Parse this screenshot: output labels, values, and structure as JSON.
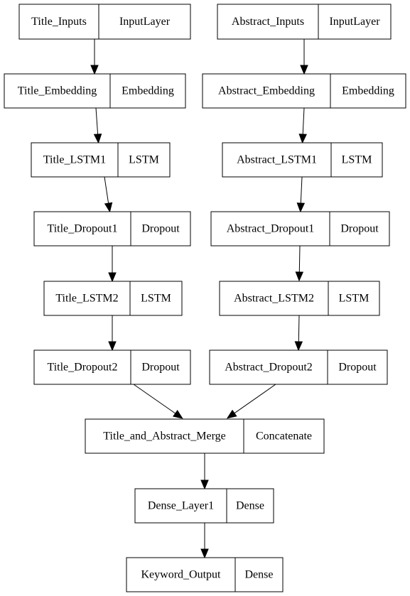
{
  "colors": {
    "background": "#ffffff",
    "stroke": "#000000",
    "text": "#000000"
  },
  "nodes": {
    "title_inputs": {
      "name": "Title_Inputs",
      "type": "InputLayer"
    },
    "abstract_inputs": {
      "name": "Abstract_Inputs",
      "type": "InputLayer"
    },
    "title_embedding": {
      "name": "Title_Embedding",
      "type": "Embedding"
    },
    "abstract_embedding": {
      "name": "Abstract_Embedding",
      "type": "Embedding"
    },
    "title_lstm1": {
      "name": "Title_LSTM1",
      "type": "LSTM"
    },
    "abstract_lstm1": {
      "name": "Abstract_LSTM1",
      "type": "LSTM"
    },
    "title_dropout1": {
      "name": "Title_Dropout1",
      "type": "Dropout"
    },
    "abstract_dropout1": {
      "name": "Abstract_Dropout1",
      "type": "Dropout"
    },
    "title_lstm2": {
      "name": "Title_LSTM2",
      "type": "LSTM"
    },
    "abstract_lstm2": {
      "name": "Abstract_LSTM2",
      "type": "LSTM"
    },
    "title_dropout2": {
      "name": "Title_Dropout2",
      "type": "Dropout"
    },
    "abstract_dropout2": {
      "name": "Abstract_Dropout2",
      "type": "Dropout"
    },
    "merge": {
      "name": "Title_and_Abstract_Merge",
      "type": "Concatenate"
    },
    "dense_layer1": {
      "name": "Dense_Layer1",
      "type": "Dense"
    },
    "keyword_output": {
      "name": "Keyword_Output",
      "type": "Dense"
    }
  },
  "edges": [
    {
      "from": "title_inputs",
      "to": "title_embedding"
    },
    {
      "from": "abstract_inputs",
      "to": "abstract_embedding"
    },
    {
      "from": "title_embedding",
      "to": "title_lstm1"
    },
    {
      "from": "abstract_embedding",
      "to": "abstract_lstm1"
    },
    {
      "from": "title_lstm1",
      "to": "title_dropout1"
    },
    {
      "from": "abstract_lstm1",
      "to": "abstract_dropout1"
    },
    {
      "from": "title_dropout1",
      "to": "title_lstm2"
    },
    {
      "from": "abstract_dropout1",
      "to": "abstract_lstm2"
    },
    {
      "from": "title_lstm2",
      "to": "title_dropout2"
    },
    {
      "from": "abstract_lstm2",
      "to": "abstract_dropout2"
    },
    {
      "from": "title_dropout2",
      "to": "merge"
    },
    {
      "from": "abstract_dropout2",
      "to": "merge"
    },
    {
      "from": "merge",
      "to": "dense_layer1"
    },
    {
      "from": "dense_layer1",
      "to": "keyword_output"
    }
  ]
}
